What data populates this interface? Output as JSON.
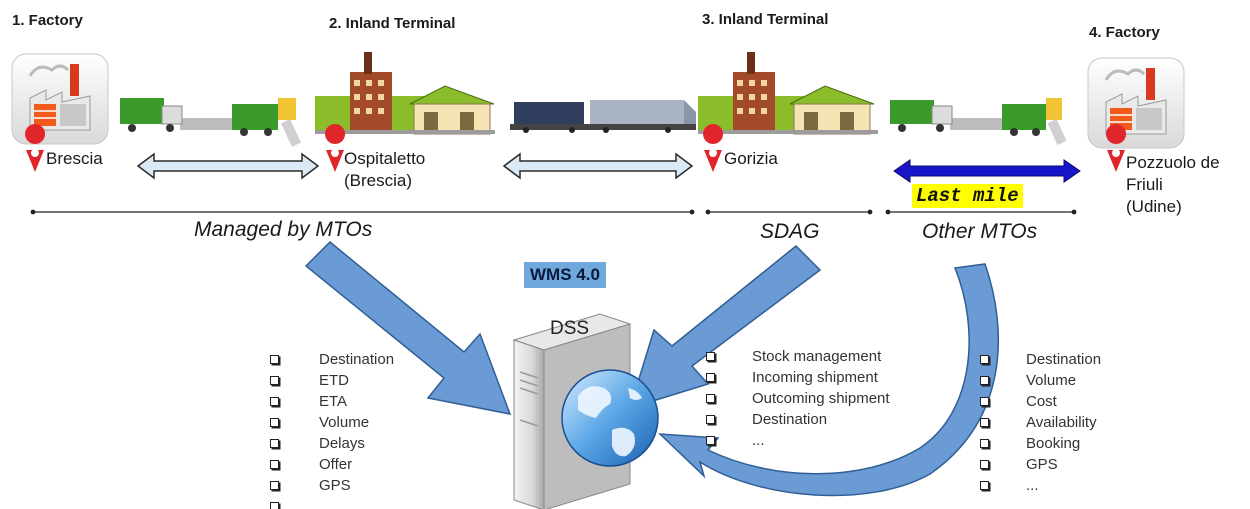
{
  "stages": [
    {
      "title": "1. Factory",
      "place": "Brescia"
    },
    {
      "title": "2. Inland Terminal",
      "place_lines": [
        "Ospitaletto",
        "(Brescia)"
      ]
    },
    {
      "title": "3. Inland Terminal",
      "place": "Gorizia"
    },
    {
      "title": "4. Factory",
      "place_lines": [
        "Pozzuolo de",
        "Friuli",
        "(Udine)"
      ]
    }
  ],
  "segments": {
    "managed": "Managed by MTOs",
    "sdag": "SDAG",
    "other": "Other MTOs",
    "last_mile": "Last mile"
  },
  "system": {
    "wms": "WMS 4.0",
    "dss": "DSS"
  },
  "lists": {
    "left": [
      "Destination",
      "ETD",
      "ETA",
      "Volume",
      "Delays",
      "Offer",
      "GPS",
      "..."
    ],
    "middle": [
      "Stock management",
      "Incoming shipment",
      "Outcoming shipment",
      "Destination",
      "..."
    ],
    "right": [
      "Destination",
      "Volume",
      "Cost",
      "Availability",
      "Booking",
      "GPS",
      "..."
    ]
  },
  "colors": {
    "big_arrow_fill": "#6a9bd4",
    "big_arrow_stroke": "#2f5f95",
    "last_mile_arrow": "#1616c8",
    "hollow_arrow_fill": "#dbe9f6",
    "wms_bg": "#6fa8dc",
    "pin": "#e0252b",
    "truck_green": "#3a9b2a",
    "terminal_green": "#8bbd2a",
    "brick": "#a34a2a"
  }
}
